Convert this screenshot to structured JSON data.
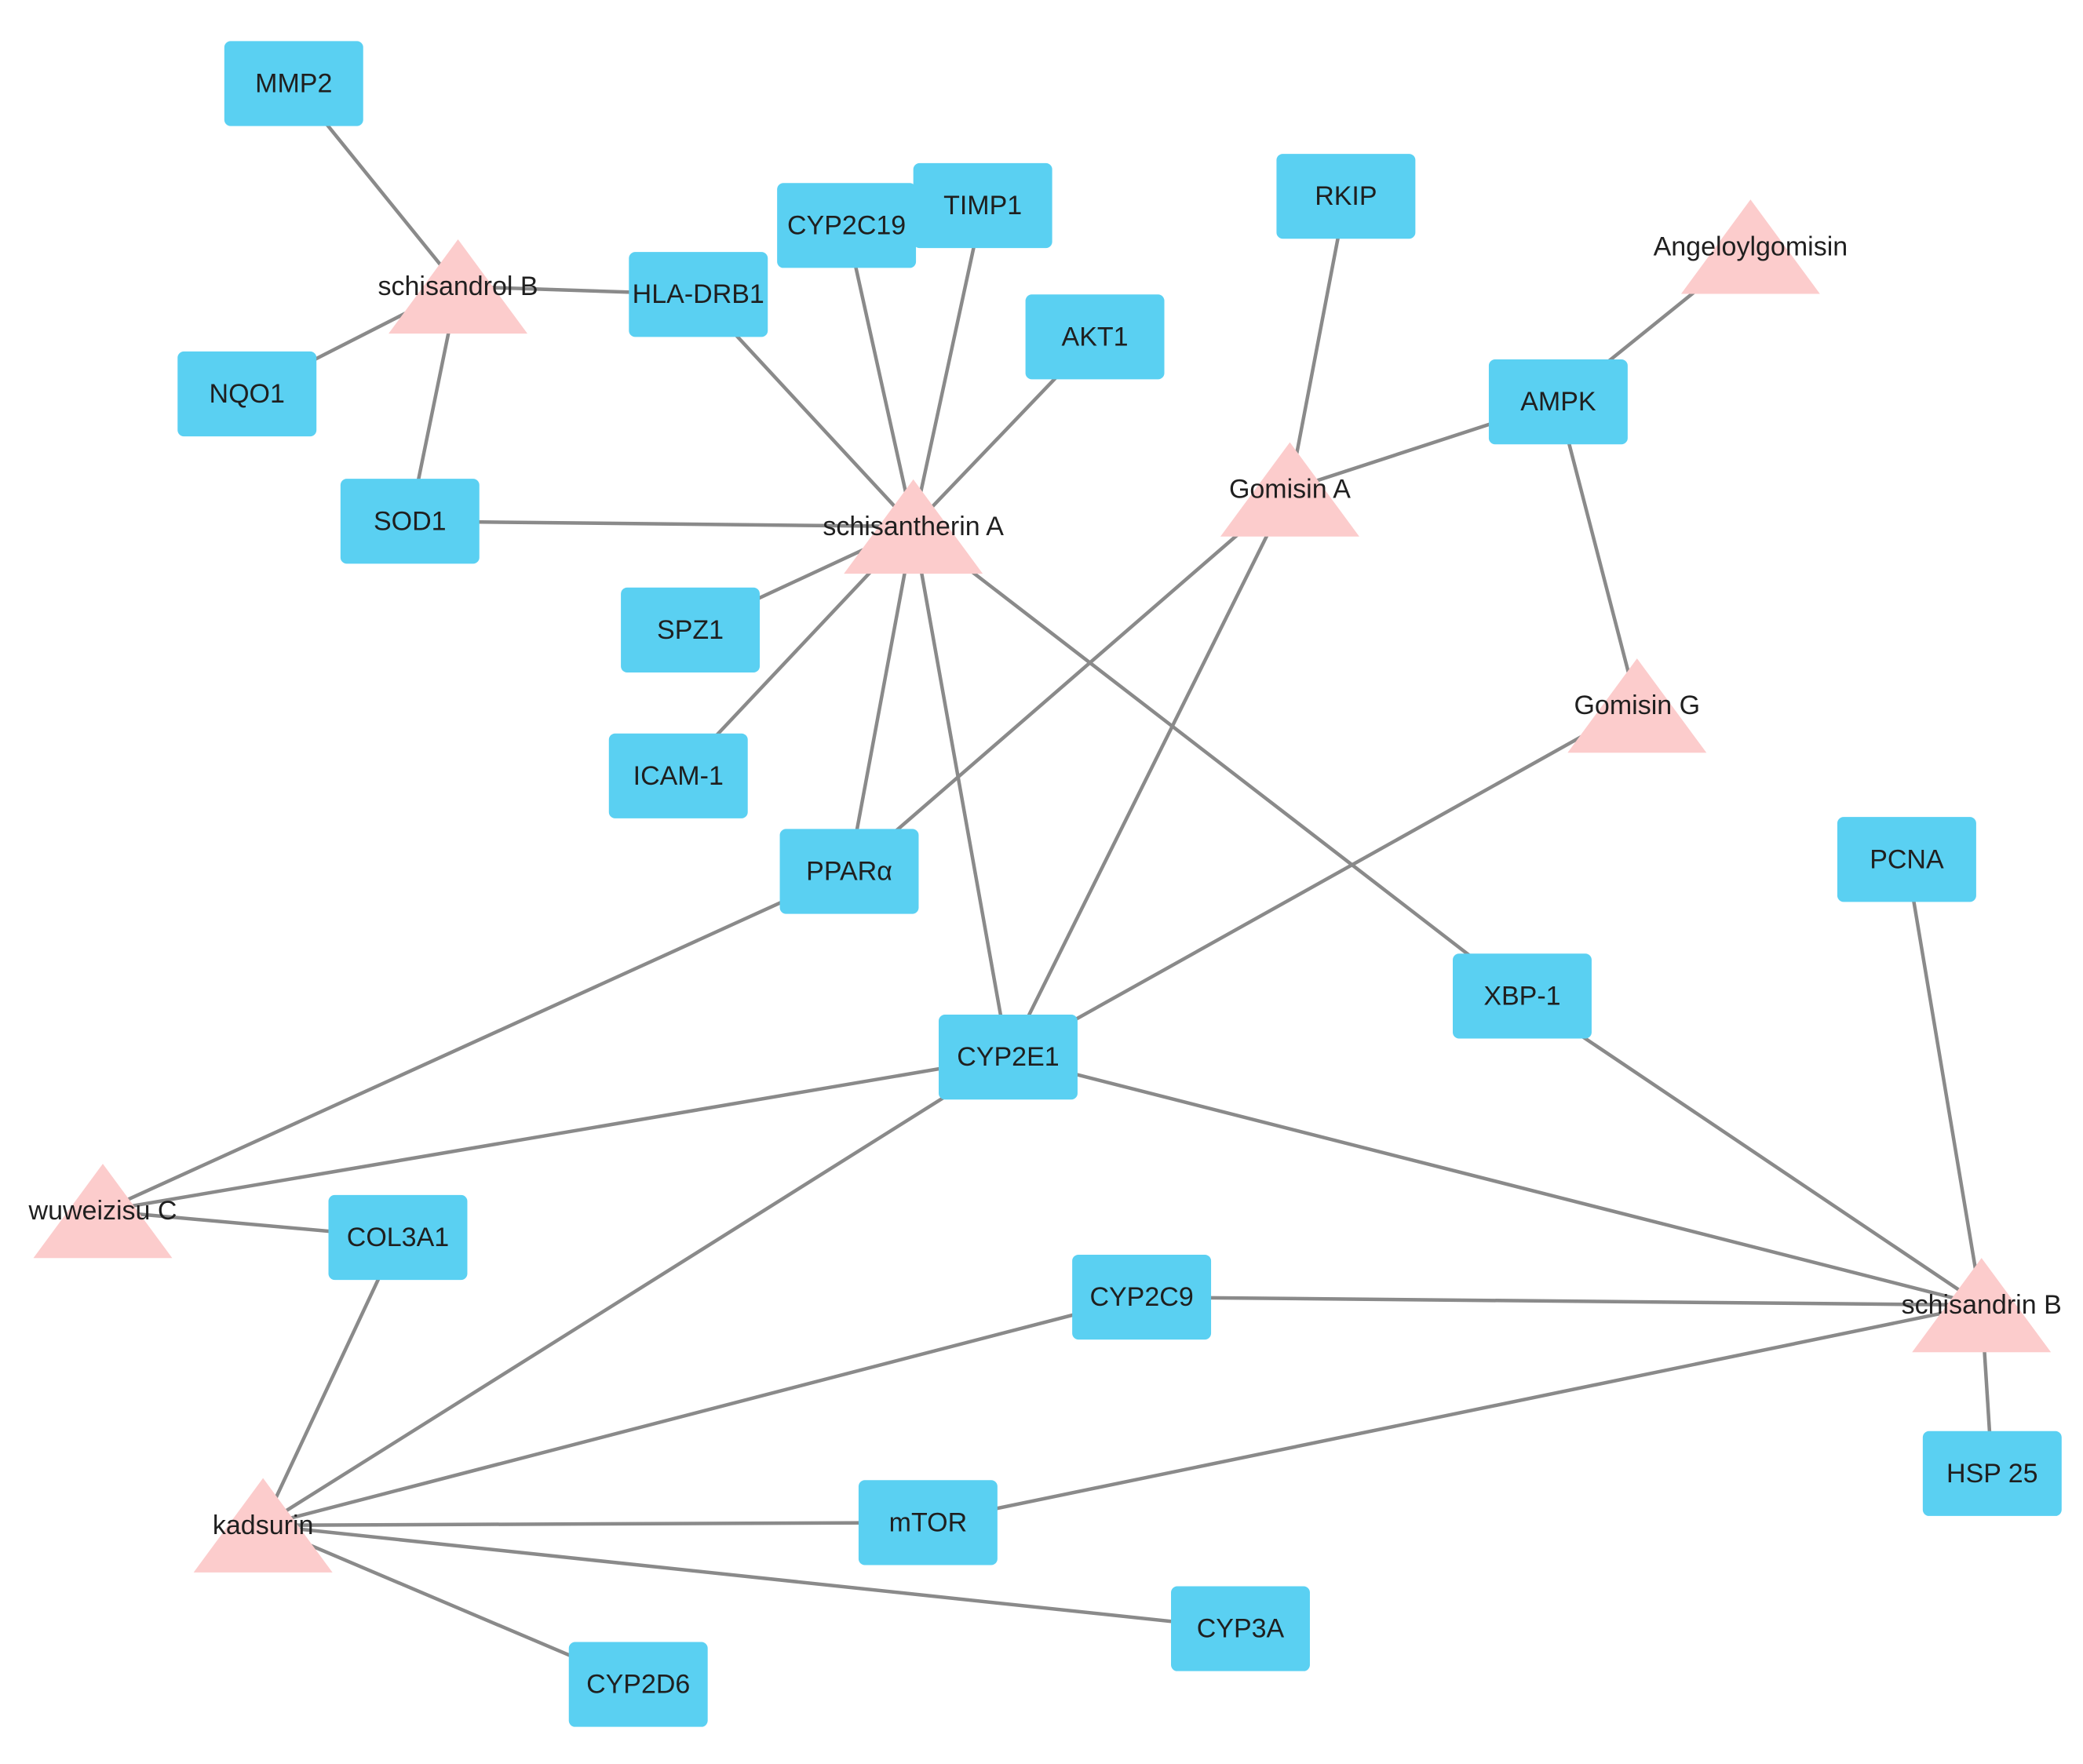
{
  "colors": {
    "target_fill": "#5ad0f2",
    "compound_fill": "#fccccc",
    "edge": "#8a8a8a",
    "label": "#1f1f1f"
  },
  "nodes": [
    {
      "id": "MMP2",
      "label": "MMP2",
      "type": "target"
    },
    {
      "id": "NQO1",
      "label": "NQO1",
      "type": "target"
    },
    {
      "id": "SOD1",
      "label": "SOD1",
      "type": "target"
    },
    {
      "id": "HLA-DRB1",
      "label": "HLA-DRB1",
      "type": "target"
    },
    {
      "id": "CYP2C19",
      "label": "CYP2C19",
      "type": "target"
    },
    {
      "id": "TIMP1",
      "label": "TIMP1",
      "type": "target"
    },
    {
      "id": "AKT1",
      "label": "AKT1",
      "type": "target"
    },
    {
      "id": "RKIP",
      "label": "RKIP",
      "type": "target"
    },
    {
      "id": "AMPK",
      "label": "AMPK",
      "type": "target"
    },
    {
      "id": "SPZ1",
      "label": "SPZ1",
      "type": "target"
    },
    {
      "id": "ICAM-1",
      "label": "ICAM-1",
      "type": "target"
    },
    {
      "id": "PPARa",
      "label": "PPARα",
      "type": "target"
    },
    {
      "id": "XBP-1",
      "label": "XBP-1",
      "type": "target"
    },
    {
      "id": "CYP2E1",
      "label": "CYP2E1",
      "type": "target"
    },
    {
      "id": "PCNA",
      "label": "PCNA",
      "type": "target"
    },
    {
      "id": "COL3A1",
      "label": "COL3A1",
      "type": "target"
    },
    {
      "id": "CYP2C9",
      "label": "CYP2C9",
      "type": "target"
    },
    {
      "id": "mTOR",
      "label": "mTOR",
      "type": "target"
    },
    {
      "id": "HSP25",
      "label": "HSP 25",
      "type": "target"
    },
    {
      "id": "CYP3A",
      "label": "CYP3A",
      "type": "target"
    },
    {
      "id": "CYP2D6",
      "label": "CYP2D6",
      "type": "target"
    },
    {
      "id": "schisandrolB",
      "label": "schisandrol B",
      "type": "compound"
    },
    {
      "id": "schisantherinA",
      "label": "schisantherin A",
      "type": "compound"
    },
    {
      "id": "gomisinA",
      "label": "Gomisin A",
      "type": "compound"
    },
    {
      "id": "angeloylgomisin",
      "label": "Angeloylgomisin",
      "type": "compound"
    },
    {
      "id": "gomisinG",
      "label": "Gomisin G",
      "type": "compound"
    },
    {
      "id": "wuweizisuC",
      "label": "wuweizisu C",
      "type": "compound"
    },
    {
      "id": "kadsurin",
      "label": "kadsurin",
      "type": "compound"
    },
    {
      "id": "schisandrinB",
      "label": "schisandrin B",
      "type": "compound"
    }
  ],
  "edges": [
    [
      "MMP2",
      "schisandrolB"
    ],
    [
      "NQO1",
      "schisandrolB"
    ],
    [
      "SOD1",
      "schisandrolB"
    ],
    [
      "HLA-DRB1",
      "schisandrolB"
    ],
    [
      "HLA-DRB1",
      "schisantherinA"
    ],
    [
      "CYP2C19",
      "schisantherinA"
    ],
    [
      "TIMP1",
      "schisantherinA"
    ],
    [
      "AKT1",
      "schisantherinA"
    ],
    [
      "SOD1",
      "schisantherinA"
    ],
    [
      "SPZ1",
      "schisantherinA"
    ],
    [
      "ICAM-1",
      "schisantherinA"
    ],
    [
      "PPARa",
      "schisantherinA"
    ],
    [
      "CYP2E1",
      "schisantherinA"
    ],
    [
      "XBP-1",
      "schisantherinA"
    ],
    [
      "RKIP",
      "gomisinA"
    ],
    [
      "AMPK",
      "gomisinA"
    ],
    [
      "PPARa",
      "gomisinA"
    ],
    [
      "CYP2E1",
      "gomisinA"
    ],
    [
      "AMPK",
      "angeloylgomisin"
    ],
    [
      "AMPK",
      "gomisinG"
    ],
    [
      "CYP2E1",
      "gomisinG"
    ],
    [
      "PPARa",
      "wuweizisuC"
    ],
    [
      "CYP2E1",
      "wuweizisuC"
    ],
    [
      "COL3A1",
      "wuweizisuC"
    ],
    [
      "COL3A1",
      "kadsurin"
    ],
    [
      "CYP2E1",
      "kadsurin"
    ],
    [
      "CYP2C9",
      "kadsurin"
    ],
    [
      "mTOR",
      "kadsurin"
    ],
    [
      "CYP3A",
      "kadsurin"
    ],
    [
      "CYP2D6",
      "kadsurin"
    ],
    [
      "XBP-1",
      "schisandrinB"
    ],
    [
      "CYP2E1",
      "schisandrinB"
    ],
    [
      "PCNA",
      "schisandrinB"
    ],
    [
      "CYP2C9",
      "schisandrinB"
    ],
    [
      "mTOR",
      "schisandrinB"
    ],
    [
      "HSP25",
      "schisandrinB"
    ]
  ]
}
